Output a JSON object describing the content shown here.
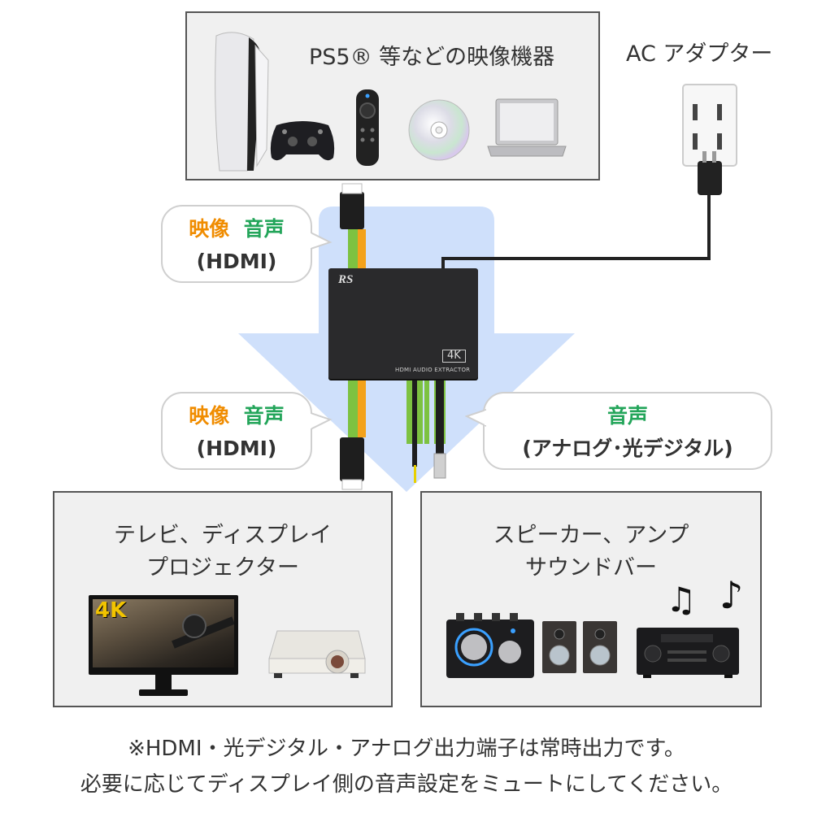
{
  "source_box": {
    "title": "PS5® 等などの映像機器"
  },
  "ac_adapter": {
    "label": "AC アダプター"
  },
  "device": {
    "logo": "RS",
    "badge": "4K",
    "model": "HDMI AUDIO EXTRACTOR"
  },
  "input_bubble": {
    "video": "映像",
    "audio": "音声",
    "type": "(HDMI)"
  },
  "output_hdmi_bubble": {
    "video": "映像",
    "audio": "音声",
    "type": "(HDMI)"
  },
  "output_audio_bubble": {
    "audio": "音声",
    "type": "(アナログ･光デジタル)"
  },
  "display_box": {
    "line1": "テレビ、ディスプレイ",
    "line2": "プロジェクター",
    "monitor_badge": "4K"
  },
  "speaker_box": {
    "line1": "スピーカー、アンプ",
    "line2": "サウンドバー"
  },
  "footer": {
    "line1": "※HDMI・光デジタル・アナログ出力端子は常時出力です。",
    "line2": "必要に応じてディスプレイ側の音声設定をミュートにしてください。"
  },
  "colors": {
    "arrow": "#cfe0fb",
    "orange": "#f08c00",
    "green": "#23a55a",
    "cable_green": "#7dc241",
    "cable_orange": "#f3a21b"
  }
}
